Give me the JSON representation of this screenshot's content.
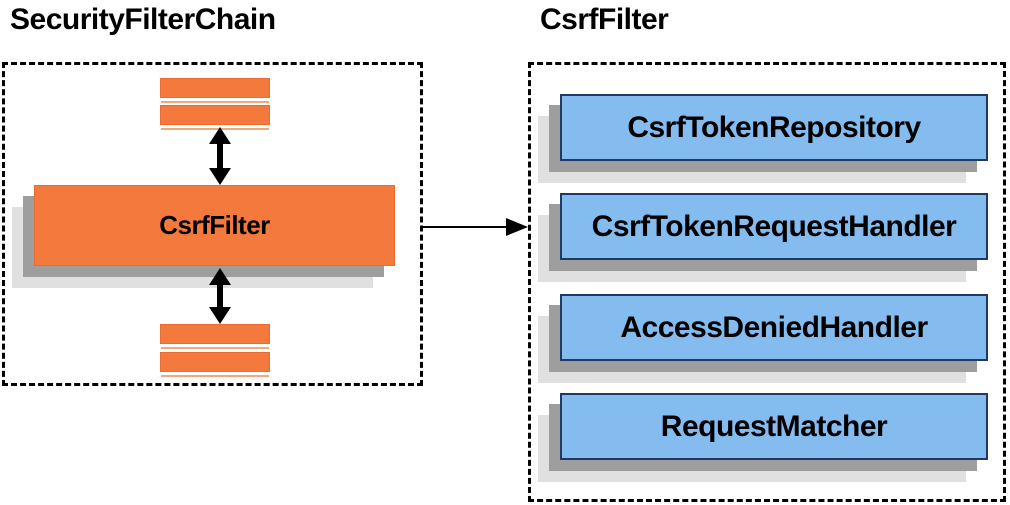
{
  "left_panel": {
    "title": "SecurityFilterChain",
    "filter_box_label": "CsrfFilter"
  },
  "right_panel": {
    "title": "CsrfFilter",
    "components": [
      "CsrfTokenRepository",
      "CsrfTokenRequestHandler",
      "AccessDeniedHandler",
      "RequestMatcher"
    ]
  },
  "colors": {
    "orange": "#F4793D",
    "orange-border": "#ED6A33",
    "blue": "#85BCF0",
    "blue-border": "#1F3864",
    "gray-mid": "#9E9E9E",
    "gray-light": "#E0E0E0",
    "ink": "#000000",
    "bg": "#FFFFFF"
  }
}
